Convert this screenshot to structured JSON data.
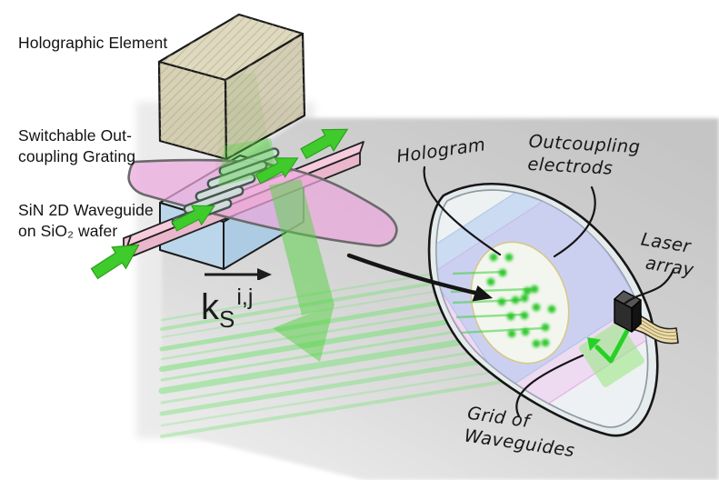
{
  "figure": {
    "type": "scientific illustration",
    "subject": "Holographic waveguide display: chip schematic and eyeglass lens overview"
  },
  "left_panel": {
    "labels": {
      "holographic_element": "Holographic Element",
      "grating_line1": "Switchable Out-",
      "grating_line2": "coupling Grating",
      "waveguide_line1": "SiN 2D Waveguide",
      "waveguide_line2": "on SiO₂ wafer"
    },
    "k_vector": {
      "k": "k",
      "sub": "S",
      "sup": "i,j"
    }
  },
  "right_panel": {
    "labels": {
      "hologram": "Hologram",
      "outcoupling_line1": "Outcoupling",
      "outcoupling_line2": "electrods",
      "laser_line1": "Laser",
      "laser_line2": "array",
      "grid_line1": "Grid of",
      "grid_line2": "Waveguides"
    }
  },
  "colors": {
    "beam_green": "#3ecb2b",
    "grating_pink": "#eba7dd",
    "wafer_blue": "#b9d6ec",
    "hologram_box_tan": "#d8d2b2",
    "panel_gray": "#cccccc",
    "ink_black": "#151515"
  }
}
